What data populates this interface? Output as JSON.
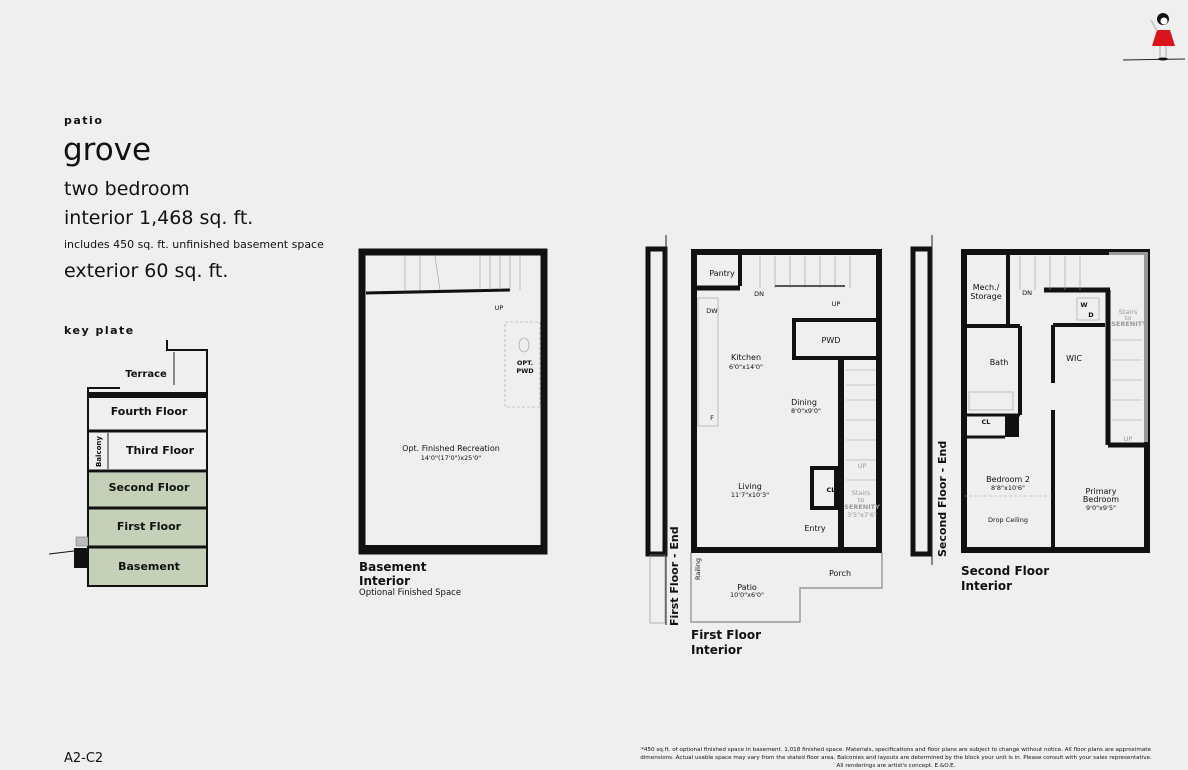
{
  "header": {
    "category": "patio",
    "model": "grove",
    "bedrooms": "two bedroom",
    "interior": "interior 1,468 sq. ft.",
    "basement_note": "includes 450 sq. ft. unfinished basement space",
    "exterior": "exterior 60 sq. ft."
  },
  "key_plate": {
    "title": "key plate",
    "levels": [
      "Terrace",
      "Fourth Floor",
      "Third Floor",
      "Second Floor",
      "First Floor",
      "Basement"
    ],
    "balcony": "Balcony",
    "highlight_color": "#c5d0b8",
    "highlighted": [
      "Second Floor",
      "First Floor",
      "Basement"
    ]
  },
  "basement": {
    "up": "UP",
    "opt_pwd_1": "OPT.",
    "opt_pwd_2": "PWD",
    "room": "Opt. Finished Recreation",
    "room_dim": "14'0\"(17'0\")x25'0\"",
    "caption_1": "Basement",
    "caption_2": "Interior",
    "caption_3": "Optional Finished Space"
  },
  "first_floor": {
    "end_label": "First Floor - End",
    "pantry": "Pantry",
    "dn": "DN",
    "up": "UP",
    "pwd": "PWD",
    "dw": "DW",
    "fridge": "F",
    "kitchen": "Kitchen",
    "kitchen_dim": "6'0\"x14'0\"",
    "dining": "Dining",
    "dining_dim": "8'0\"x9'0\"",
    "living": "Living",
    "living_dim": "11'7\"x10'3\"",
    "cl": "CL",
    "stairs_up": "UP",
    "stairs_1": "Stairs",
    "stairs_2": "to",
    "stairs_3": "SERENITY",
    "stairs_dim": "3'5\"x7'6\"",
    "entry": "Entry",
    "railing": "Railing",
    "porch": "Porch",
    "patio": "Patio",
    "patio_dim": "10'0\"x6'0\"",
    "caption_1": "First Floor",
    "caption_2": "Interior"
  },
  "second_floor": {
    "end_label": "Second Floor - End",
    "mech_1": "Mech./",
    "mech_2": "Storage",
    "dn": "DN",
    "w": "W",
    "d": "D",
    "stairs_1": "Stairs",
    "stairs_2": "to",
    "stairs_3": "SERENITY",
    "wic": "WIC",
    "bath": "Bath",
    "cl": "CL",
    "up": "UP",
    "bedroom2": "Bedroom 2",
    "bedroom2_dim": "8'8\"x10'6\"",
    "drop_ceiling": "Drop Ceiling",
    "primary_1": "Primary",
    "primary_2": "Bedroom",
    "primary_dim": "9'0\"x9'5\"",
    "caption_1": "Second Floor",
    "caption_2": "Interior"
  },
  "footer": {
    "code": "A2-C2",
    "disclaimer_1": "*450 sq.ft. of optional finished space in basement. 1,018 finished space. Materials, specifications and floor plans are subject to change without notice.  All floor plans are approximate",
    "disclaimer_2": "dimensions. Actual usable space may vary from the stated floor area.  Balconies and layouts are determined by the block your unit is in. Please consult with your sales representative.",
    "disclaimer_3": "All renderings are artist's concept. E.&O.E."
  },
  "logo": {
    "icon": "girl-in-red-dress-icon",
    "color": "#d9141b"
  }
}
